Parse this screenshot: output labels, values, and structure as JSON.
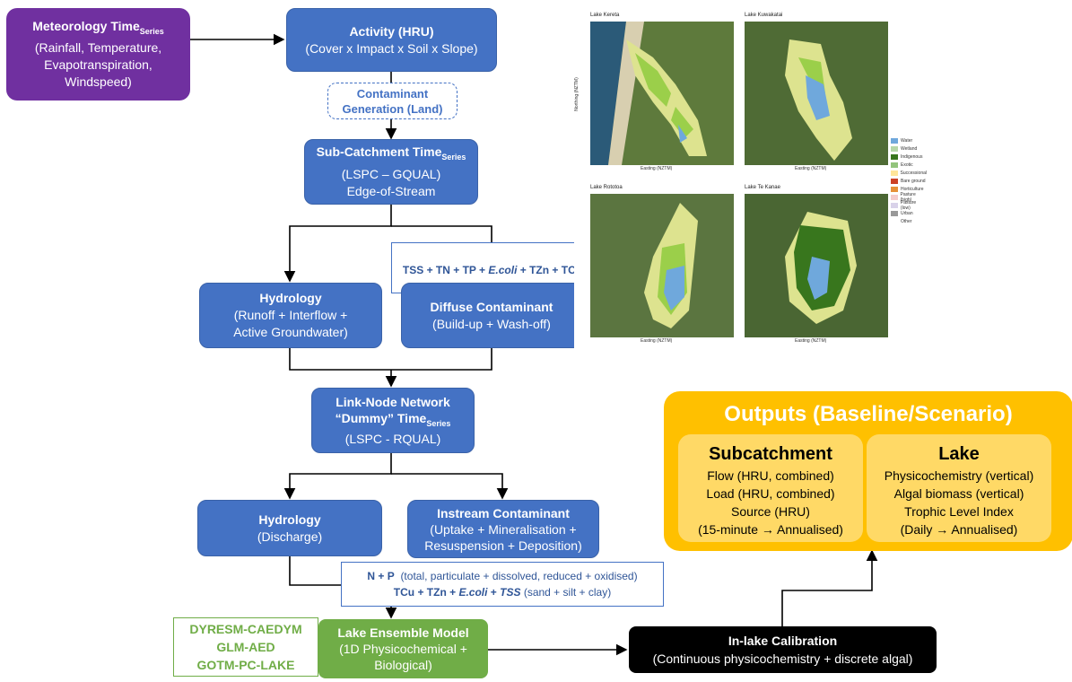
{
  "meteorology": {
    "title": "Meteorology Time",
    "title_sub": "Series",
    "lines": [
      "(Rainfall, Temperature,",
      "Evapotranspiration,",
      "Windspeed)"
    ]
  },
  "activity": {
    "title": "Activity (HRU)",
    "text": "(Cover x Impact x Soil x Slope)"
  },
  "contaminant_generation": {
    "line1": "Contaminant",
    "line2": "Generation (Land)"
  },
  "subcatchment_ts": {
    "title": "Sub-Catchment Time",
    "title_sub": "Series",
    "line1": "(LSPC – GQUAL)",
    "line2": "Edge-of-Stream"
  },
  "constituents_top": {
    "pre": "TSS + TN + TP + ",
    "ecoli": "E.coli",
    "post": " + TZn + TCu"
  },
  "hydrology_top": {
    "title": "Hydrology",
    "line1": "(Runoff + Interflow +",
    "line2": "Active Groundwater)"
  },
  "diffuse": {
    "title": "Diffuse Contaminant",
    "text": "(Build-up + Wash-off)"
  },
  "link_node": {
    "title": "Link-Node Network",
    "line2": "“Dummy” Time",
    "line2_sub": "Series",
    "line3": "(LSPC - RQUAL)"
  },
  "hydrology_bottom": {
    "title": "Hydrology",
    "text": "(Discharge)"
  },
  "instream": {
    "title": "Instream Contaminant",
    "line1": "(Uptake + Mineralisation +",
    "line2": "Resuspension + Deposition)"
  },
  "constituents_bottom": {
    "np": "N + P",
    "np_detail": "(total, particulate + dissolved, reduced + oxidised)",
    "metals": "TCu + TZn + ",
    "ecoli": "E.coli",
    "plus": " + ",
    "tss": "TSS",
    "tss_detail": " (sand + silt + clay)"
  },
  "models": [
    "DYRESM-CAEDYM",
    "GLM-AED",
    "GOTM-PC-LAKE"
  ],
  "lake_ensemble": {
    "title": "Lake Ensemble Model",
    "line1": "(1D Physicochemical +",
    "line2": "Biological)"
  },
  "calibration": {
    "title": "In-lake Calibration",
    "text": "(Continuous physicochemistry + discrete algal)"
  },
  "outputs": {
    "title": "Outputs (Baseline/Scenario)",
    "subcatchment": {
      "heading": "Subcatchment",
      "items": [
        "Flow (HRU, combined)",
        "Load (HRU, combined)",
        "Source (HRU)",
        "(15-minute → Annualised)"
      ]
    },
    "lake": {
      "heading": "Lake",
      "items": [
        "Physicochemistry (vertical)",
        "Algal biomass (vertical)",
        "Trophic Level Index",
        "(Daily → Annualised)"
      ]
    }
  },
  "maps": {
    "panels": [
      "Lake Kereta",
      "Lake Kuwakatai",
      "Lake Rototoa",
      "Lake Te Kanae"
    ],
    "xlabel": "Easting (NZTM)",
    "ylabel": "Northing (NZTM)",
    "legend": [
      {
        "label": "Water",
        "color": "#6fa8dc"
      },
      {
        "label": "Wetland",
        "color": "#b6d7a8"
      },
      {
        "label": "Indigenous",
        "color": "#38761d"
      },
      {
        "label": "Exotic",
        "color": "#93c47d"
      },
      {
        "label": "Successional",
        "color": "#ffe599"
      },
      {
        "label": "Bare ground",
        "color": "#cc4125"
      },
      {
        "label": "Horticulture",
        "color": "#e69138"
      },
      {
        "label": "Pasture (high)",
        "color": "#f4cccc"
      },
      {
        "label": "Pasture (low)",
        "color": "#d9d2e9"
      },
      {
        "label": "Urban",
        "color": "#999999"
      },
      {
        "label": "Other",
        "color": "#ffffff"
      }
    ]
  }
}
